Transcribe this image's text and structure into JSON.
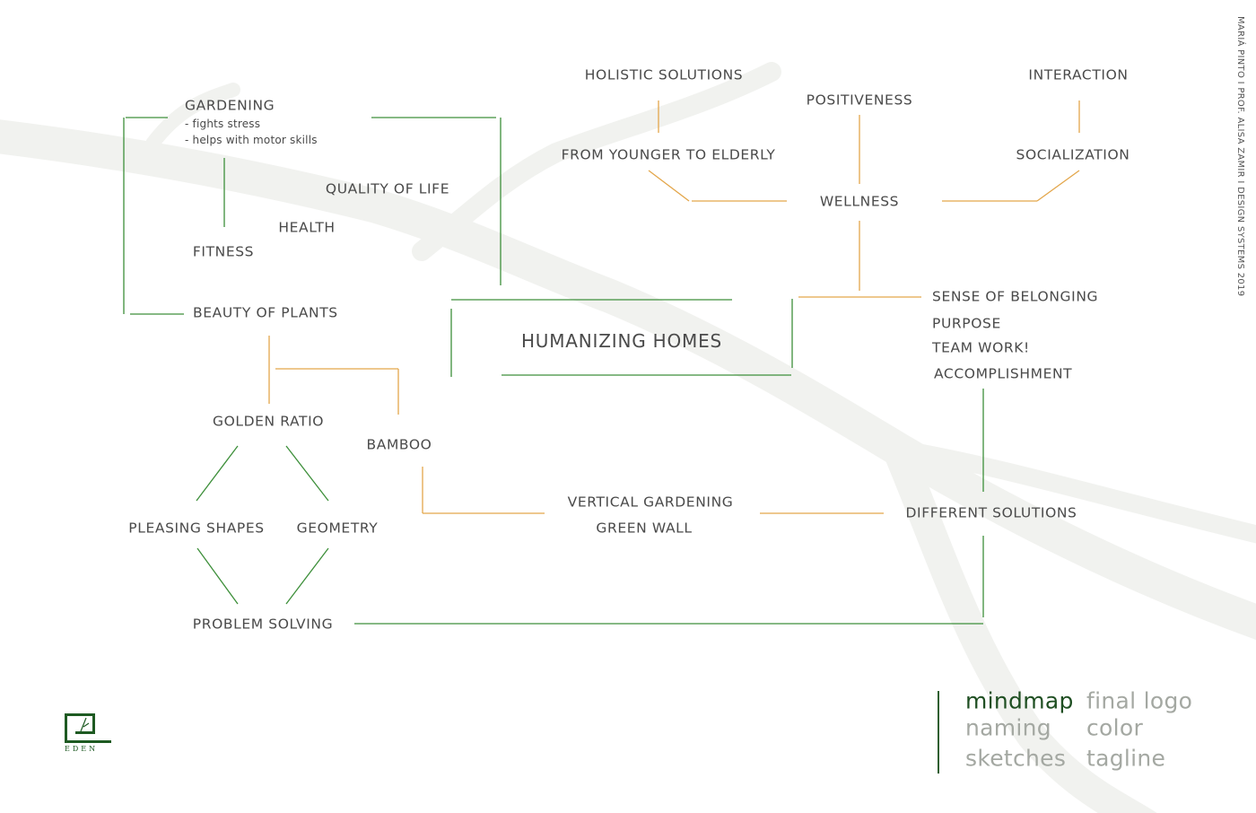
{
  "credit": "MARIÁ PINTO I PROF. ALISA ZAMIR I DESIGN SYSTEMS 2019",
  "colors": {
    "green": "#3d8f3a",
    "orange": "#e3a64a",
    "text": "#4a4a4a",
    "branch": "#f1f2ef"
  },
  "nodes": {
    "holistic": "HOLISTIC  SOLUTIONS",
    "positiveness": "POSITIVENESS",
    "interaction": "INTERACTION",
    "younger": "FROM YOUNGER TO ELDERLY",
    "socialization": "SOCIALIZATION",
    "wellness": "WELLNESS",
    "gardening": "GARDENING",
    "gardening_note1": "- fights stress",
    "gardening_note2": "- helps with motor skills",
    "quality": "QUALITY OF LIFE",
    "health": "HEALTH",
    "fitness": "FITNESS",
    "beauty": "BEAUTY OF PLANTS",
    "center": "HUMANIZING HOMES",
    "belonging": "SENSE OF BELONGING",
    "purpose": "PURPOSE",
    "teamwork": "TEAM WORK!",
    "accomplishment": "ACCOMPLISHMENT",
    "golden": "GOLDEN RATIO",
    "bamboo": "BAMBOO",
    "vertical": "VERTICAL GARDENING",
    "greenwall": "GREEN WALL",
    "different": "DIFFERENT SOLUTIONS",
    "pleasing": "PLEASING SHAPES",
    "geometry": "GEOMETRY",
    "problem": "PROBLEM SOLVING"
  },
  "menu": {
    "mindmap": "mindmap",
    "naming": "naming",
    "sketches": "sketches",
    "final_logo": "final logo",
    "color": "color",
    "tagline": "tagline"
  },
  "logo": {
    "text": "EDEN"
  }
}
